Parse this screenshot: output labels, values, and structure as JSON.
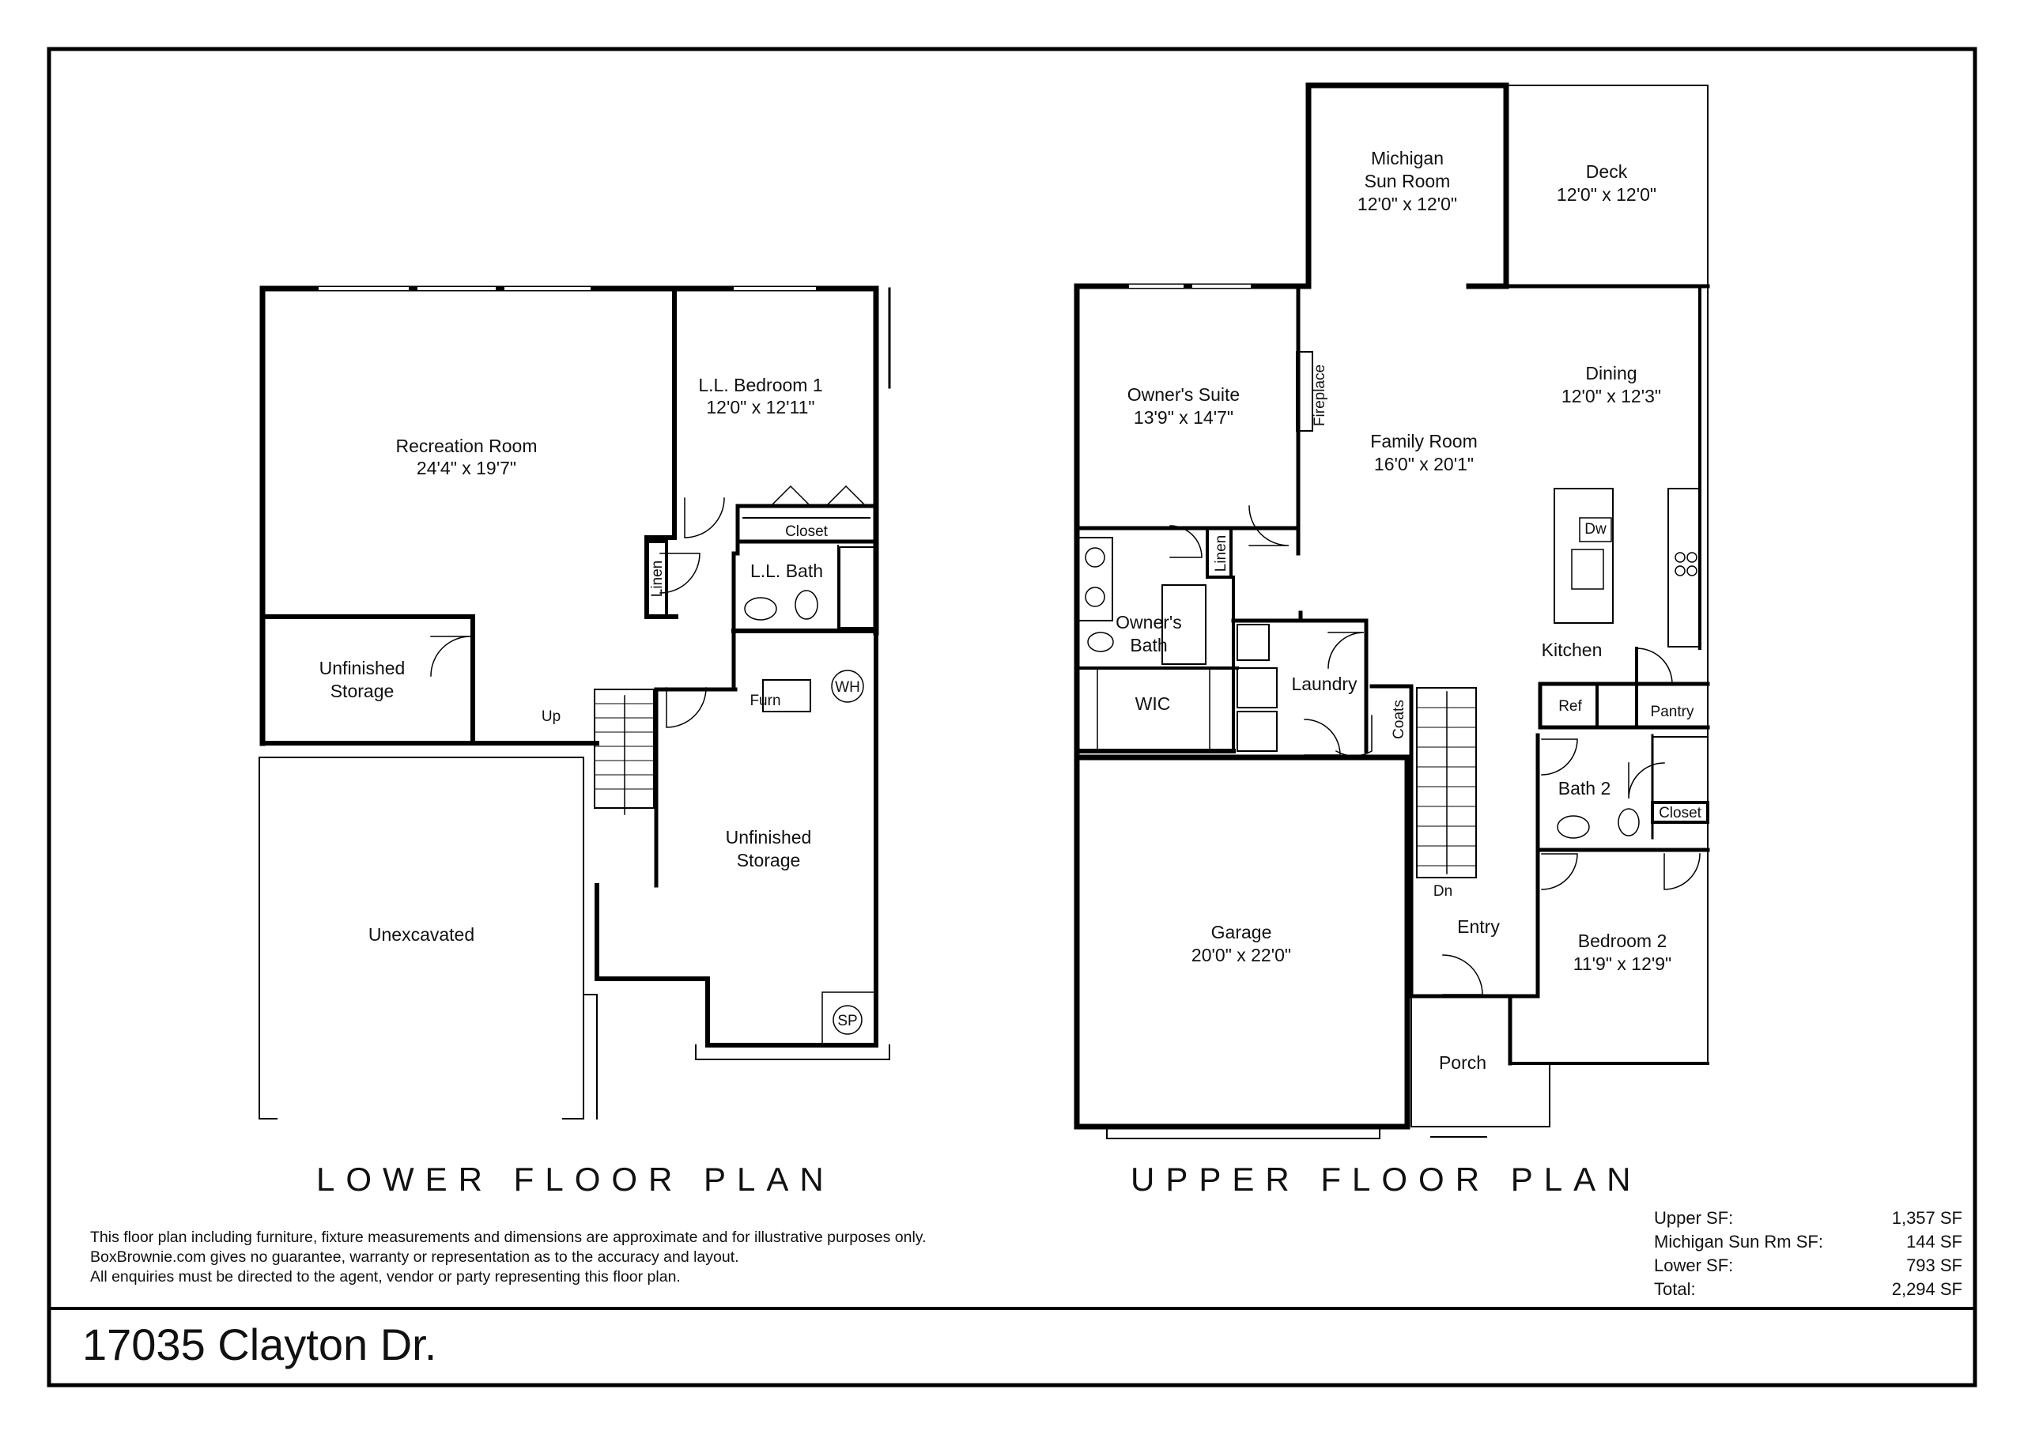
{
  "lower_plan": {
    "title": "LOWER FLOOR PLAN",
    "rooms": {
      "recreation": {
        "name": "Recreation Room",
        "dims": "24'4\" x 19'7\""
      },
      "bedroom1": {
        "name": "L.L. Bedroom 1",
        "dims": "12'0\" x 12'11\""
      },
      "closet": "Closet",
      "bath": "L.L. Bath",
      "linen": "Linen",
      "storage_small": {
        "line1": "Unfinished",
        "line2": "Storage"
      },
      "storage_large": {
        "line1": "Unfinished",
        "line2": "Storage"
      },
      "unexcavated": "Unexcavated",
      "up": "Up",
      "furn": "Furn",
      "wh": "WH",
      "sp": "SP"
    }
  },
  "upper_plan": {
    "title": "UPPER FLOOR PLAN",
    "rooms": {
      "sunroom": {
        "line1": "Michigan",
        "line2": "Sun Room",
        "dims": "12'0\" x 12'0\""
      },
      "deck": {
        "name": "Deck",
        "dims": "12'0\" x 12'0\""
      },
      "owners_suite": {
        "name": "Owner's Suite",
        "dims": "13'9\" x 14'7\""
      },
      "fireplace": "Fireplace",
      "family": {
        "name": "Family Room",
        "dims": "16'0\" x 20'1\""
      },
      "dining": {
        "name": "Dining",
        "dims": "12'0\" x 12'3\""
      },
      "dw": "Dw",
      "linen": "Linen",
      "owners_bath": {
        "line1": "Owner's",
        "line2": "Bath"
      },
      "wic": "WIC",
      "laundry": "Laundry",
      "coats": "Coats",
      "kitchen": "Kitchen",
      "ref": "Ref",
      "pantry": "Pantry",
      "bath2": "Bath 2",
      "closet": "Closet",
      "dn": "Dn",
      "entry": "Entry",
      "bedroom2": {
        "name": "Bedroom 2",
        "dims": "11'9\" x 12'9\""
      },
      "garage": {
        "name": "Garage",
        "dims": "20'0\" x 22'0\""
      },
      "porch": "Porch"
    }
  },
  "disclaimer": [
    "This floor plan including furniture, fixture measurements and dimensions are approximate and for illustrative purposes only.",
    "BoxBrownie.com gives no guarantee, warranty or representation as to the accuracy and layout.",
    "All enquiries must be directed to the agent, vendor or party representing this floor plan."
  ],
  "square_footage": [
    {
      "label": "Upper SF:",
      "value": "1,357 SF"
    },
    {
      "label": "Michigan Sun Rm SF:",
      "value": "144 SF"
    },
    {
      "label": "Lower SF:",
      "value": "793 SF"
    },
    {
      "label": "Total:",
      "value": "2,294 SF"
    }
  ],
  "address": "17035 Clayton Dr."
}
